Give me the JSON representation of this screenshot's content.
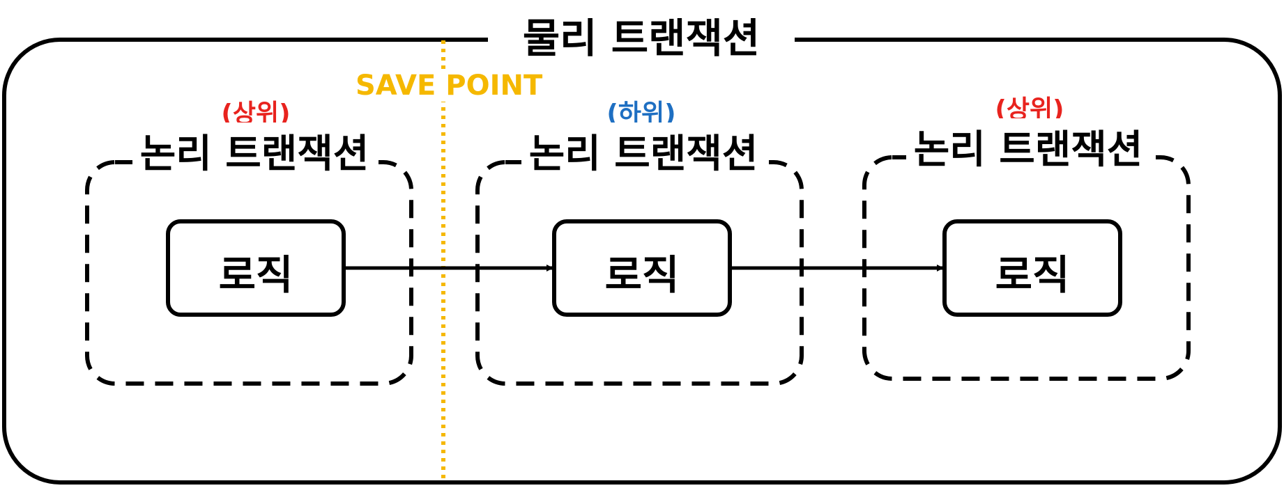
{
  "physical_transaction": {
    "title": "물리 트랜잭션"
  },
  "save_point": {
    "label": "SAVE POINT",
    "color": "#F5B800"
  },
  "logical_transactions": [
    {
      "role": "(상위)",
      "role_color": "#E8231E",
      "title": "논리 트랜잭션",
      "logic_label": "로직"
    },
    {
      "role": "(하위)",
      "role_color": "#1E6FC2",
      "title": "논리 트랜잭션",
      "logic_label": "로직"
    },
    {
      "role": "(상위)",
      "role_color": "#E8231E",
      "title": "논리 트랜잭션",
      "logic_label": "로직"
    }
  ],
  "colors": {
    "stroke": "#000000",
    "background": "#FFFFFF"
  }
}
